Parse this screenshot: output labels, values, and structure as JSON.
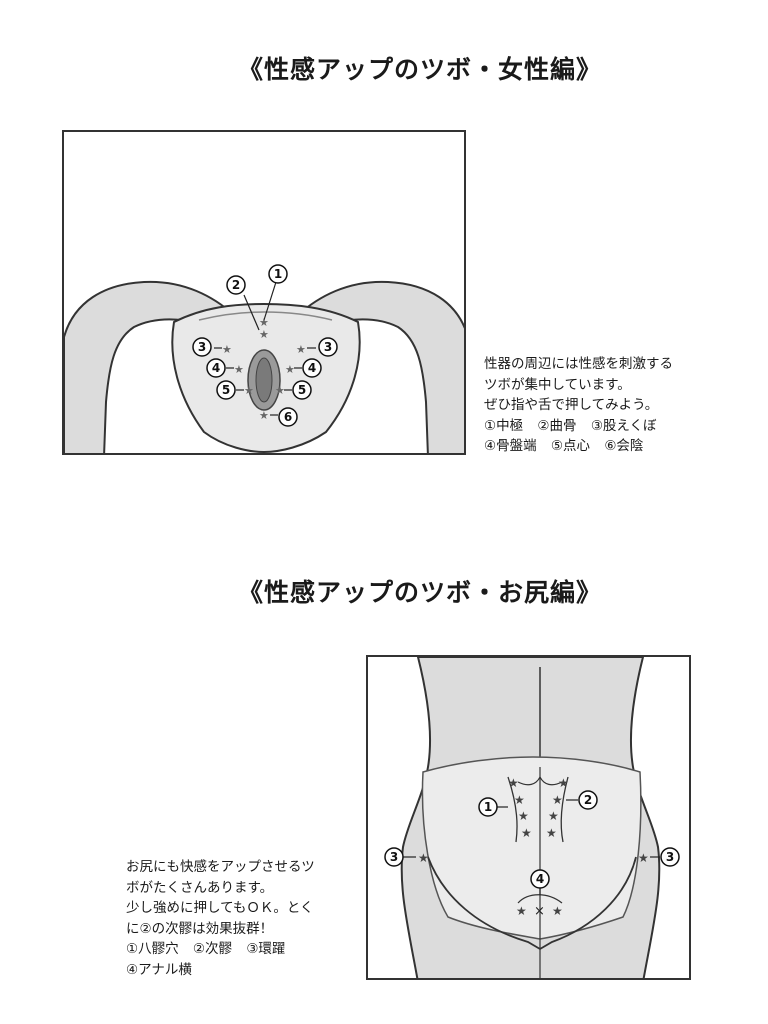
{
  "female_section": {
    "title": "《性感アップのツボ・女性編》",
    "description_lines": [
      "性器の周辺には性感を刺激する",
      "ツボが集中しています。",
      "ぜひ指や舌で押してみよう。"
    ],
    "points_row_1": [
      "①中極",
      "②曲骨",
      "③股えくぼ"
    ],
    "points_row_2": [
      "④骨盤端",
      "⑤点心",
      "⑥会陰"
    ],
    "markers": [
      "1",
      "2",
      "3",
      "3",
      "4",
      "4",
      "5",
      "5",
      "6"
    ]
  },
  "hip_section": {
    "title": "《性感アップのツボ・お尻編》",
    "description_lines": [
      "お尻にも快感をアップさせるツ",
      "ボがたくさんあります。",
      "少し強めに押してもＯＫ。とく",
      "に②の次髎は効果抜群！"
    ],
    "points_row_1": [
      "①八髎穴",
      "②次髎",
      "③環躍"
    ],
    "points_row_2": [
      "④アナル横"
    ],
    "markers": [
      "1",
      "2",
      "3",
      "3",
      "4"
    ]
  },
  "colors": {
    "ink": "#1a1a1a",
    "body_fill": "#d9d9d9",
    "skin_fill": "#ebebeb",
    "star": "#666666"
  }
}
